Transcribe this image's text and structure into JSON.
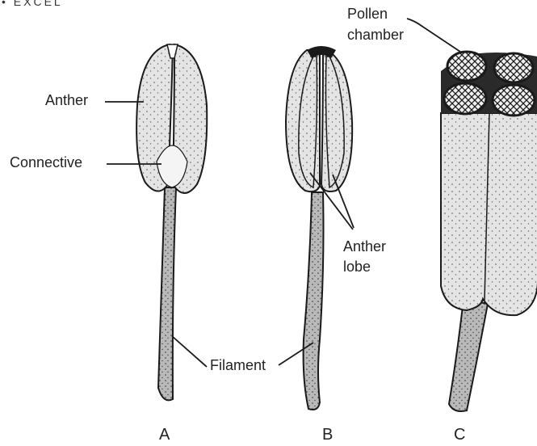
{
  "brand": "• EXCEL",
  "labels": {
    "anther": "Anther",
    "connective": "Connective",
    "pollen_chamber_line1": "Pollen",
    "pollen_chamber_line2": "chamber",
    "anther_lobe_line1": "Anther",
    "anther_lobe_line2": "lobe",
    "filament": "Filament"
  },
  "captions": {
    "a": "A",
    "b": "B",
    "c": "C"
  },
  "colors": {
    "ink": "#1a1a1a",
    "fill": "#e6e6e6",
    "filament": "#bdbdbd",
    "dark": "#2a2a2a"
  }
}
